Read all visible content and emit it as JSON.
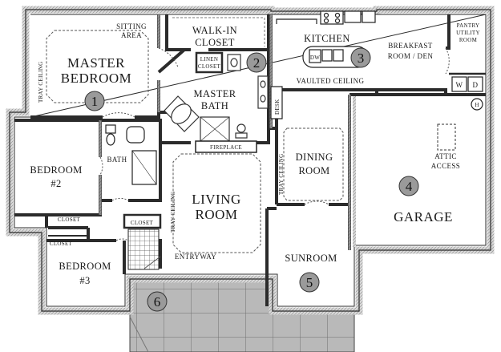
{
  "rooms": {
    "master_bedroom": {
      "line1": "MASTER",
      "line2": "BEDROOM",
      "number": "1"
    },
    "sitting_area": {
      "line1": "SITTING",
      "line2": "AREA"
    },
    "tray_ceiling_master": "TRAY CEILING",
    "walk_in_closet": {
      "line1": "WALK-IN",
      "line2": "CLOSET",
      "number": "2"
    },
    "linen_closet": {
      "line1": "LINEN",
      "line2": "CLOSET"
    },
    "master_bath": {
      "line1": "MASTER",
      "line2": "BATH"
    },
    "fireplace": "FIREPLACE",
    "desk": "DESK",
    "kitchen": {
      "label": "KITCHEN",
      "number": "3",
      "ceiling": "VAULTED CEILING",
      "dw": "DW"
    },
    "breakfast": {
      "line1": "BREAKFAST",
      "line2": "ROOM / DEN"
    },
    "pantry": {
      "line1": "PANTRY",
      "line2": "UTILITY",
      "line3": "ROOM"
    },
    "washer": "W",
    "dryer": "D",
    "heater": "H",
    "bedroom2": {
      "line1": "BEDROOM",
      "line2": "#2"
    },
    "bath": "BATH",
    "closet_b2": "CLOSET",
    "closet_hall": "CLOSET",
    "closet_b3": "CLOSET",
    "bedroom3": {
      "line1": "BEDROOM",
      "line2": "#3"
    },
    "living_room": {
      "line1": "LIVING",
      "line2": "ROOM"
    },
    "tray_ceiling_living": "TRAY CEILING",
    "entryway": "ENTRYWAY",
    "dining_room": {
      "line1": "DINING",
      "line2": "ROOM"
    },
    "tray_ceiling_dining": "TRAY CEILING",
    "sunroom": {
      "label": "SUNROOM",
      "number": "5"
    },
    "garage": {
      "label": "GARAGE",
      "number": "4"
    },
    "attic_access": {
      "line1": "ATTIC",
      "line2": "ACCESS"
    },
    "porch": {
      "number": "6"
    }
  }
}
